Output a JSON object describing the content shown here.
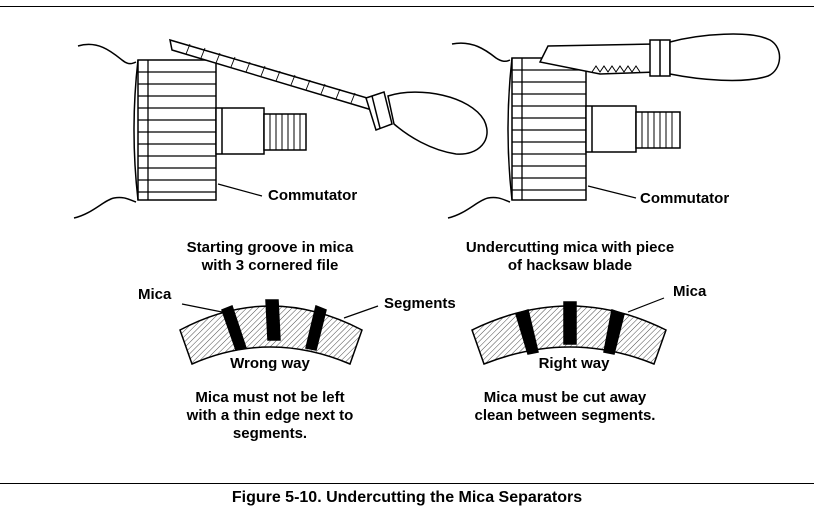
{
  "left_panel": {
    "label_commutator": "Commutator",
    "caption_line1": "Starting groove in mica",
    "caption_line2": "with 3 cornered file",
    "label_mica": "Mica",
    "label_segments": "Segments",
    "center_label": "Wrong way",
    "note_line1": "Mica must not be left",
    "note_line2": "with a thin edge next to",
    "note_line3": "segments."
  },
  "right_panel": {
    "label_commutator": "Commutator",
    "caption_line1": "Undercutting mica with piece",
    "caption_line2": "of hacksaw blade",
    "label_mica": "Mica",
    "center_label": "Right way",
    "note_line1": "Mica must be cut away",
    "note_line2": "clean between segments."
  },
  "figure_caption": "Figure 5-10.  Undercutting the Mica Separators"
}
